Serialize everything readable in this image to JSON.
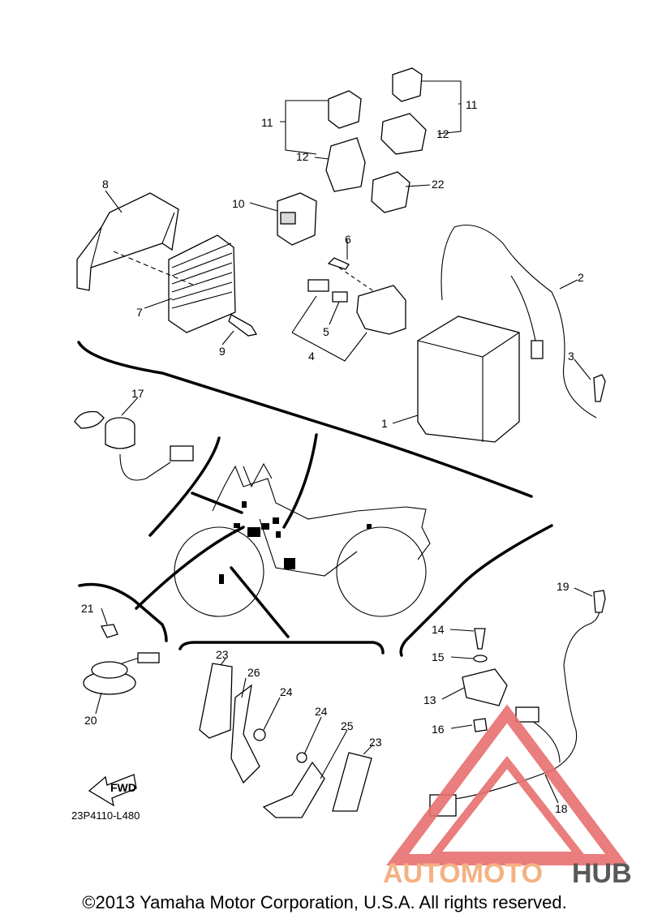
{
  "diagram": {
    "code": "23P4110-L480",
    "fwd_label": "FWD",
    "callouts": {
      "c1": "1",
      "c2": "2",
      "c3": "3",
      "c4": "4",
      "c5": "5",
      "c6": "6",
      "c7": "7",
      "c8": "8",
      "c9": "9",
      "c10": "10",
      "c11a": "11",
      "c11b": "11",
      "c12a": "12",
      "c12b": "12",
      "c13": "13",
      "c14": "14",
      "c15": "15",
      "c16": "16",
      "c17": "17",
      "c18": "18",
      "c19": "19",
      "c20": "20",
      "c21": "21",
      "c22": "22",
      "c23a": "23",
      "c23b": "23",
      "c24a": "24",
      "c24b": "24",
      "c25": "25",
      "c26": "26"
    }
  },
  "watermark": {
    "part1": "AUTOMOTO",
    "part2": "HUB",
    "color1": "#f4b183",
    "color2": "#595959",
    "logo_color": "#e86f6f"
  },
  "copyright": "©2013 Yamaha Motor Corporation, U.S.A. All rights reserved."
}
